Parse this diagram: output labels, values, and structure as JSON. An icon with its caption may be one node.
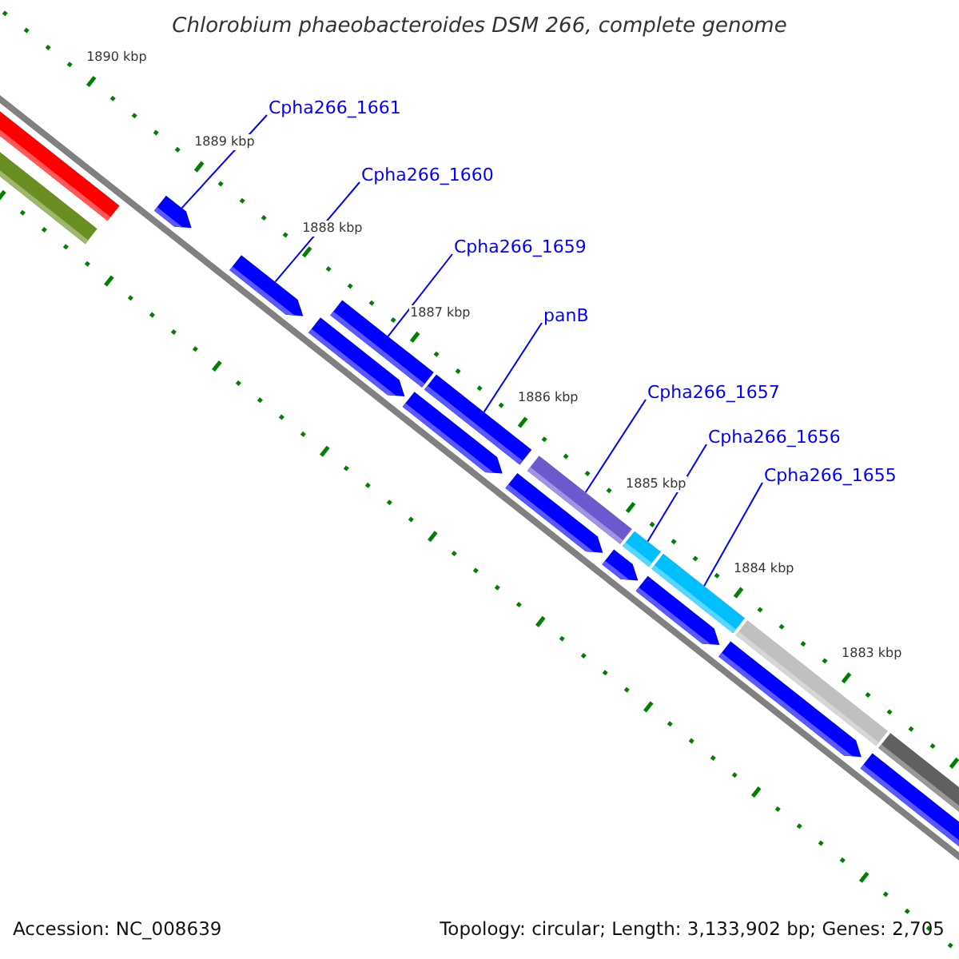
{
  "diagram": {
    "title": "Chlorobium phaeobacteroides DSM 266, complete genome",
    "nodes": [
      {
        "text": [
          "Cpha266_1661"
        ]
      },
      {
        "text": [
          "Cpha266_1660"
        ]
      },
      {
        "text": [
          "Cpha266_1659"
        ]
      },
      {
        "text": [
          "panB"
        ]
      },
      {
        "text": [
          "Cpha266_1657"
        ]
      },
      {
        "text": [
          "Cpha266_1656"
        ]
      },
      {
        "text": [
          "Cpha266_1655"
        ]
      },
      {
        "text": [],
        "shape": "bar"
      },
      {
        "text": [],
        "shape": "bar"
      },
      {
        "text": [],
        "shape": "pentagon"
      },
      {
        "text": [],
        "shape": "pentagon"
      },
      {
        "text": [],
        "shape": "pentagon"
      },
      {
        "text": [],
        "shape": "pentagon"
      },
      {
        "text": [],
        "shape": "pentagon"
      },
      {
        "text": [],
        "shape": "pentagon"
      },
      {
        "text": [],
        "shape": "pentagon"
      },
      {
        "text": [],
        "shape": "pentagon"
      },
      {
        "text": [],
        "shape": "pentagon"
      },
      {
        "text": [],
        "shape": "bar"
      },
      {
        "text": [],
        "shape": "bar"
      },
      {
        "text": [],
        "shape": "bar"
      },
      {
        "text": [],
        "shape": "bar"
      },
      {
        "text": [],
        "shape": "bar"
      },
      {
        "text": [],
        "shape": "bar"
      },
      {
        "text": [],
        "shape": "bar"
      }
    ],
    "edges": [
      {
        "from": 0,
        "to": 9,
        "arrow": "none"
      },
      {
        "from": 1,
        "to": 10,
        "arrow": "none"
      },
      {
        "from": 2,
        "to": 18,
        "arrow": "none"
      },
      {
        "from": 3,
        "to": 19,
        "arrow": "none"
      },
      {
        "from": 4,
        "to": 20,
        "arrow": "none"
      },
      {
        "from": 5,
        "to": 21,
        "arrow": "none"
      },
      {
        "from": 6,
        "to": 22,
        "arrow": "none"
      }
    ],
    "labels": [
      "1890 kbp",
      "1889 kbp",
      "1888 kbp",
      "1887 kbp",
      "1886 kbp",
      "1885 kbp",
      "1884 kbp",
      "1883 kbp",
      "Accession: NC_008639",
      "Topology: circular; Length: 3,133,902 bp; Genes: 2,705"
    ]
  }
}
